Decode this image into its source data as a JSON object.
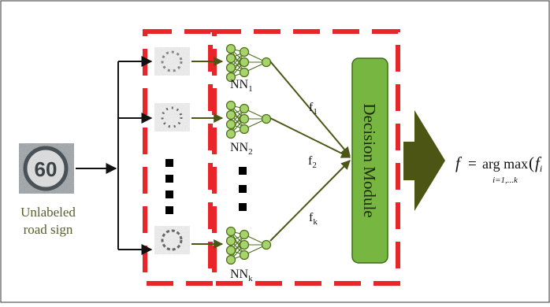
{
  "input": {
    "sign_text": "60",
    "caption_line1": "Unlabeled",
    "caption_line2": "road sign"
  },
  "networks": [
    {
      "label_base": "NN",
      "label_sub": "1",
      "output_base": "f",
      "output_sub": "1"
    },
    {
      "label_base": "NN",
      "label_sub": "2",
      "output_base": "f",
      "output_sub": "2"
    },
    {
      "label_base": "NN",
      "label_sub": "k",
      "output_base": "f",
      "output_sub": "k"
    }
  ],
  "decision": {
    "label": "Decision Module"
  },
  "formula": {
    "lhs": "f",
    "equals": "=",
    "op": "arg max",
    "paren": "(",
    "var": "f",
    "var_sub": "i",
    "range": "i=1,...k"
  },
  "colors": {
    "dash_red": "#e8262a",
    "node_green": "#a8d36c",
    "node_stroke": "#4a6d16",
    "olive_arrow": "#4d5515",
    "decision_fill": "#77b640",
    "caption_text": "#55602a"
  }
}
